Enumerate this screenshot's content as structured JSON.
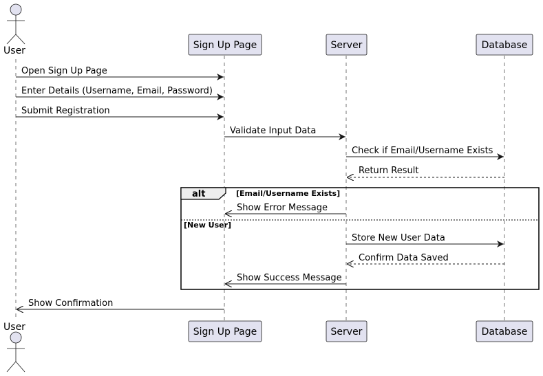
{
  "participants": [
    {
      "id": "user",
      "label": "User",
      "kind": "actor"
    },
    {
      "id": "signup",
      "label": "Sign Up Page",
      "kind": "participant"
    },
    {
      "id": "server",
      "label": "Server",
      "kind": "participant"
    },
    {
      "id": "db",
      "label": "Database",
      "kind": "participant"
    }
  ],
  "messages": [
    {
      "from": "user",
      "to": "signup",
      "label": "Open Sign Up Page",
      "style": "solid"
    },
    {
      "from": "user",
      "to": "signup",
      "label": "Enter Details (Username, Email, Password)",
      "style": "solid"
    },
    {
      "from": "user",
      "to": "signup",
      "label": "Submit Registration",
      "style": "solid"
    },
    {
      "from": "signup",
      "to": "server",
      "label": "Validate Input Data",
      "style": "solid"
    },
    {
      "from": "server",
      "to": "db",
      "label": "Check if Email/Username Exists",
      "style": "solid"
    },
    {
      "from": "db",
      "to": "server",
      "label": "Return Result",
      "style": "dashed"
    },
    {
      "from": "server",
      "to": "signup",
      "label": "Show Error Message",
      "style": "solid"
    },
    {
      "from": "server",
      "to": "db",
      "label": "Store New User Data",
      "style": "solid"
    },
    {
      "from": "db",
      "to": "server",
      "label": "Confirm Data Saved",
      "style": "dashed"
    },
    {
      "from": "server",
      "to": "signup",
      "label": "Show Success Message",
      "style": "solid"
    },
    {
      "from": "signup",
      "to": "user",
      "label": "Show Confirmation",
      "style": "solid"
    }
  ],
  "alt_fragment": {
    "keyword": "alt",
    "conditions": [
      "[Email/Username Exists]",
      "[New User]"
    ]
  },
  "colors": {
    "participant_fill": "#e2e2f0",
    "participant_border": "#181818",
    "line": "#181818"
  }
}
